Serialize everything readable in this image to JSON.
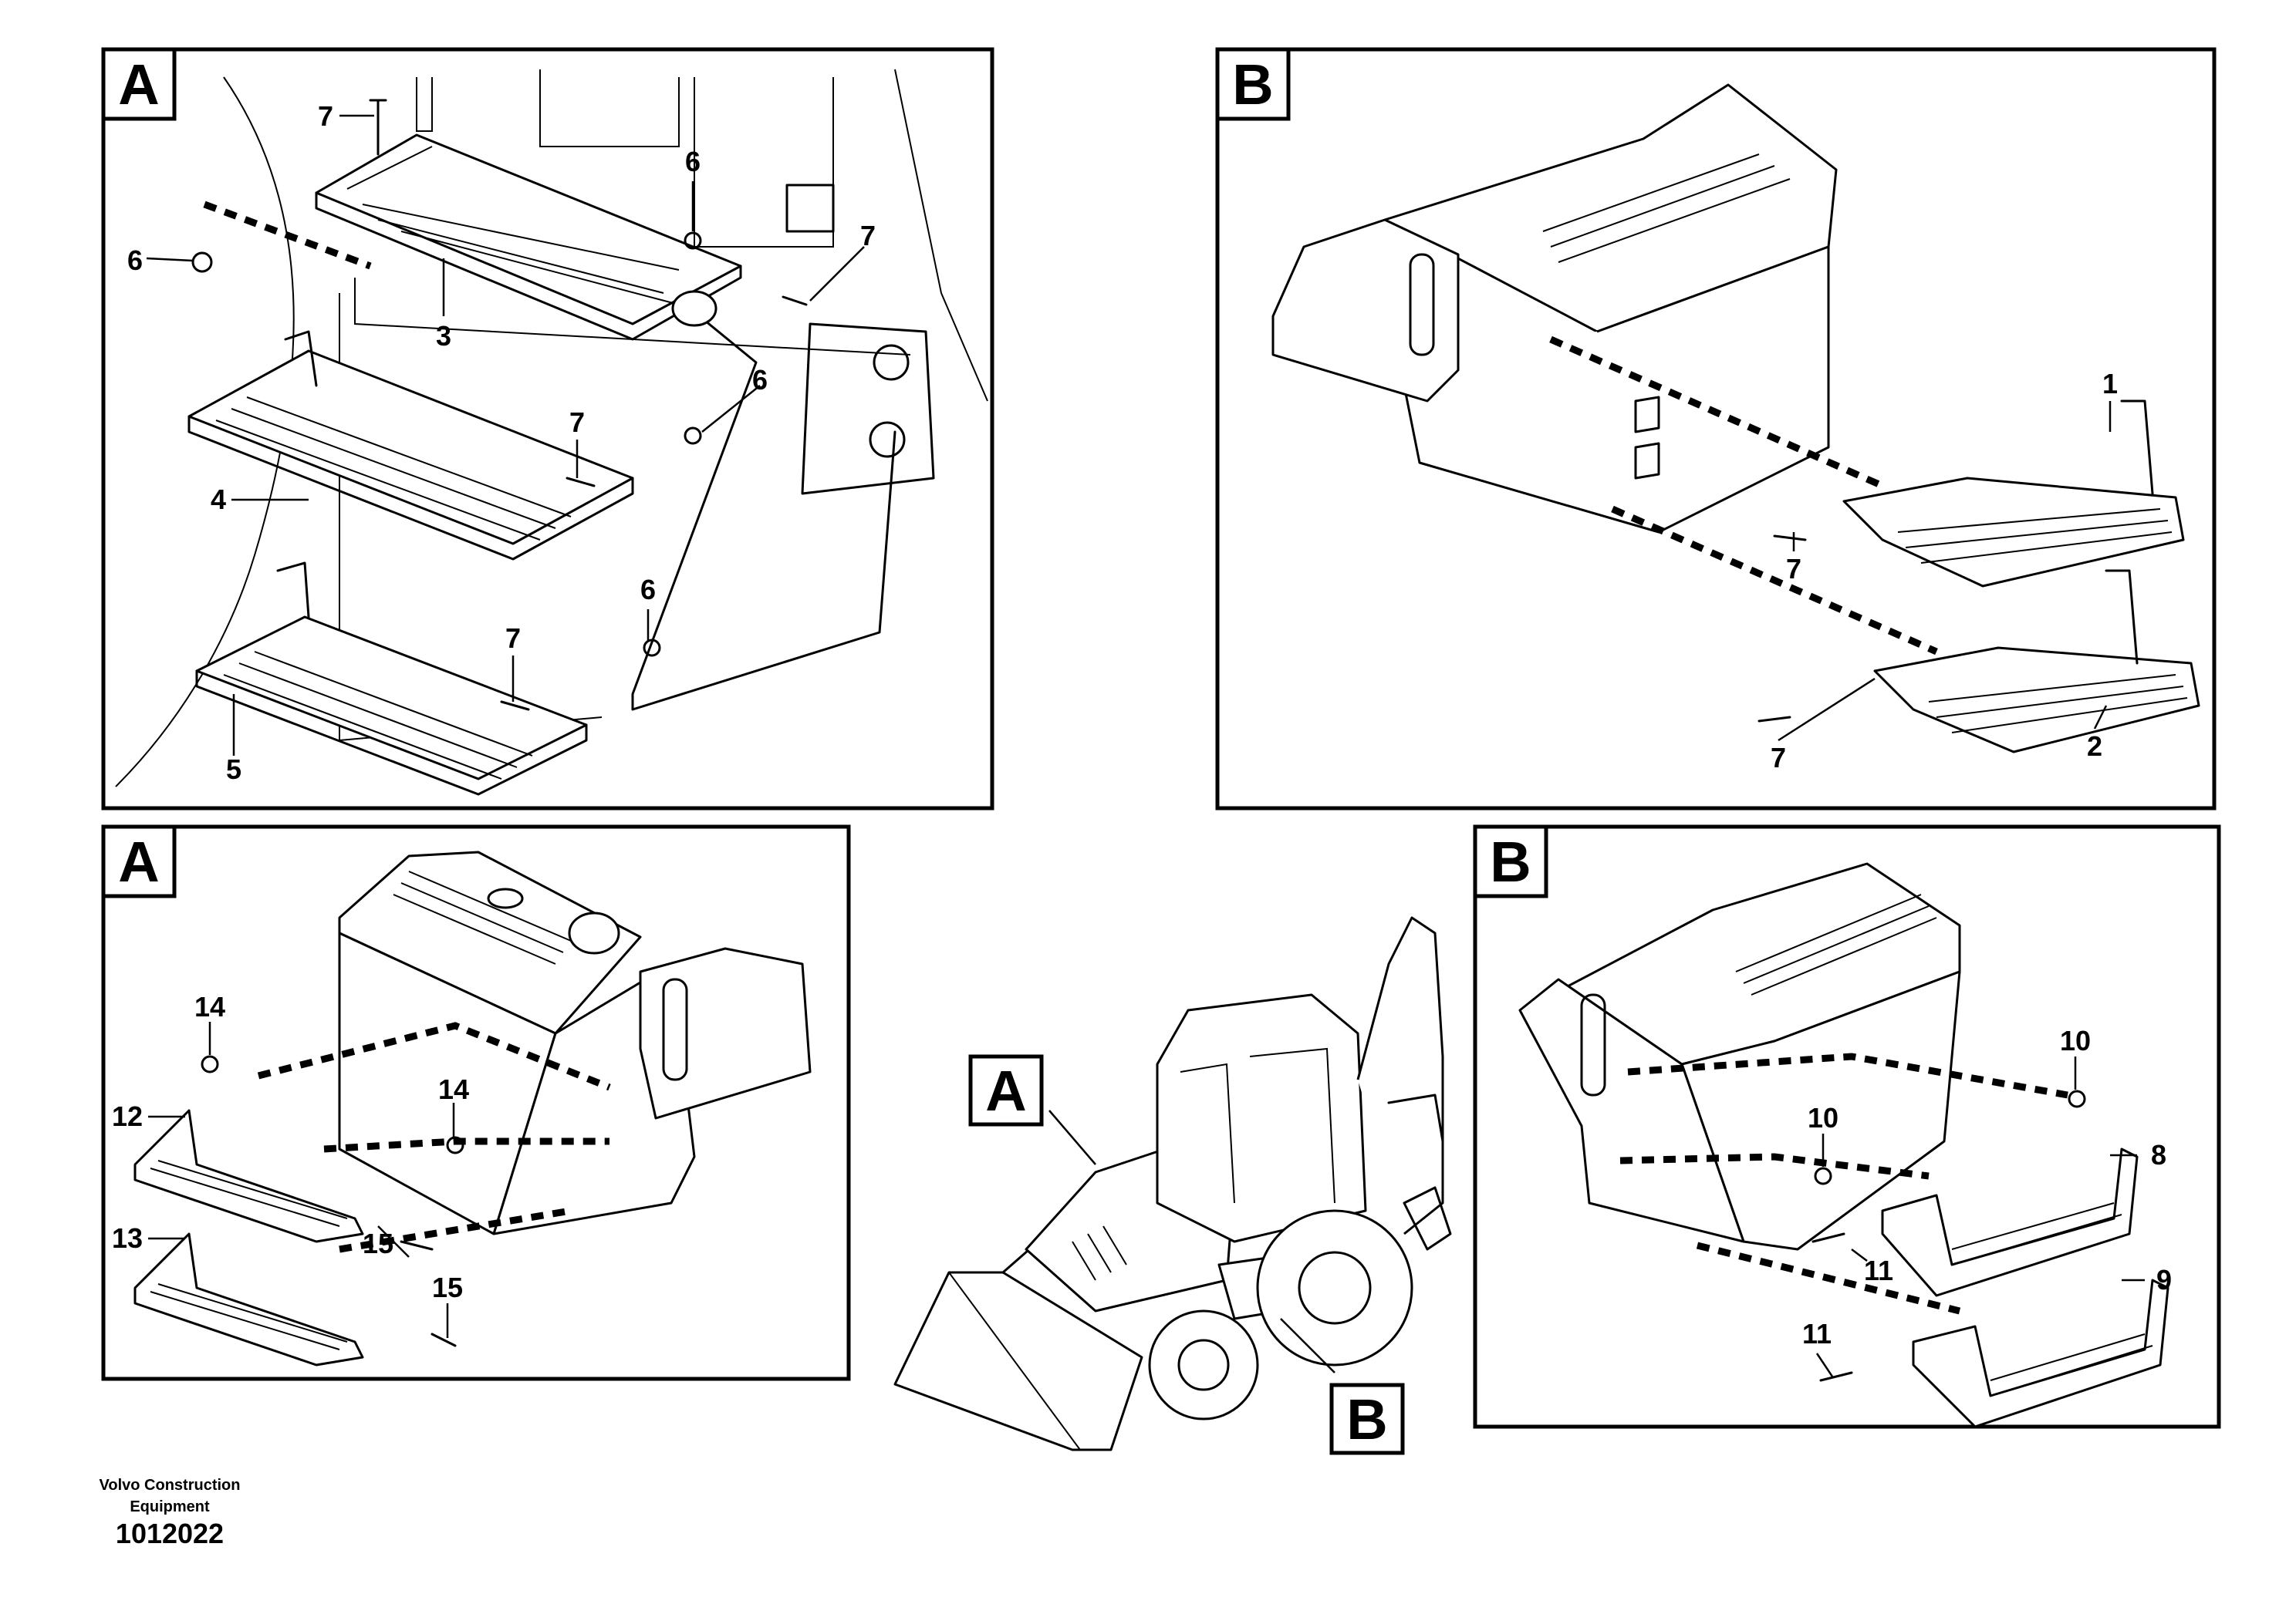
{
  "panels": {
    "top_left": {
      "tag": "A"
    },
    "top_right": {
      "tag": "B"
    },
    "bottom_left": {
      "tag": "A"
    },
    "bottom_right": {
      "tag": "B"
    },
    "machine": {
      "tag_front": "A",
      "tag_rear": "B"
    }
  },
  "callouts": {
    "tl": [
      "7",
      "6",
      "6",
      "7",
      "3",
      "6",
      "7",
      "4",
      "6",
      "7",
      "5"
    ],
    "tr": [
      "1",
      "7",
      "7",
      "2"
    ],
    "bl": [
      "14",
      "14",
      "12",
      "13",
      "15",
      "15"
    ],
    "br": [
      "10",
      "10",
      "8",
      "11",
      "9",
      "11"
    ]
  },
  "footer": {
    "company_line1": "Volvo Construction",
    "company_line2": "Equipment",
    "doc_number": "1012022"
  }
}
